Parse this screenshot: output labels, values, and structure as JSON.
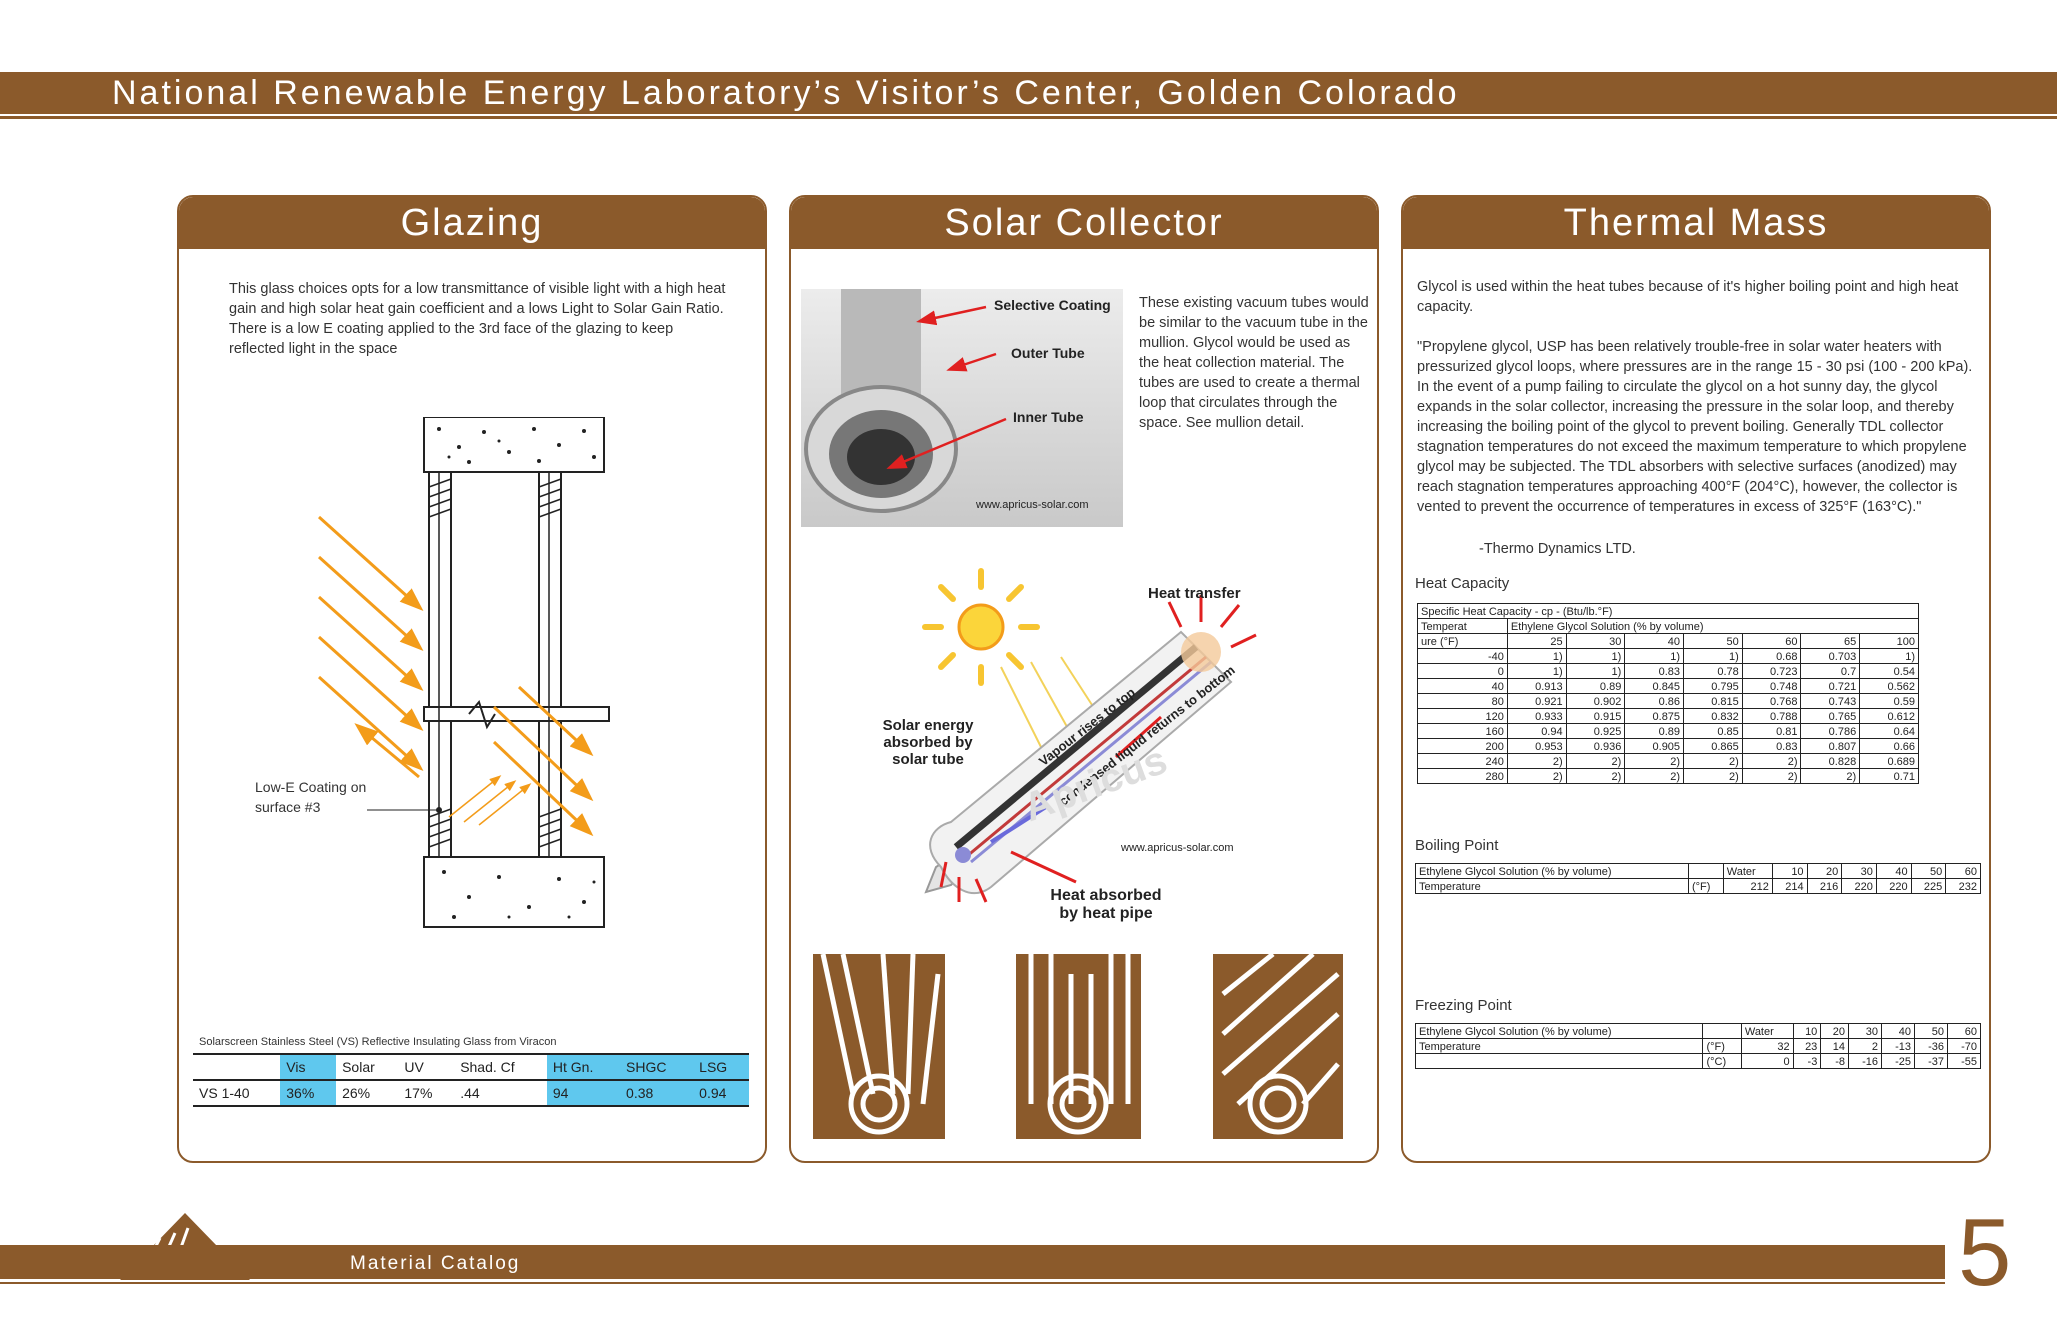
{
  "header": {
    "title": "National Renewable Energy Laboratory’s Visitor’s Center, Golden Colorado"
  },
  "footer": {
    "catalog_label": "Material Catalog",
    "page_number": "5"
  },
  "colors": {
    "brand": "#8b5a2b",
    "highlight": "#5fc8ee",
    "arrow_orange": "#f39c1a",
    "arrow_red": "#e02020"
  },
  "glazing": {
    "title": "Glazing",
    "description": "This glass choices opts for a low transmittance of visible light with a high heat gain and high solar heat gain coefficient and a lows Light to Solar Gain Ratio.  There is a low E coating applied to the 3rd face of the glazing to keep reflected light in the space",
    "diagram_label_line1": "Low-E Coating on",
    "diagram_label_line2": "surface #3",
    "table_caption": "Solarscreen Stainless Steel (VS) Reflective Insulating Glass from Viracon",
    "table_headers": [
      "",
      "Vis",
      "Solar",
      "UV",
      "Shad. Cf",
      "Ht Gn.",
      "SHGC",
      "LSG"
    ],
    "table_row": [
      "VS 1-40",
      "36%",
      "26%",
      "17%",
      ".44",
      "94",
      "0.38",
      "0.94"
    ]
  },
  "solar": {
    "title": "Solar Collector",
    "photo_labels": [
      "Selective Coating",
      "Outer Tube",
      "Inner Tube"
    ],
    "photo_credit": "www.apricus-solar.com",
    "description": "These existing vacuum tubes would be similar to the vacuum tube in the mullion. Glycol would be used as the heat collection material.  The tubes are used to create a thermal loop that circulates through the space. See mullion detail.",
    "diagram_labels": {
      "heat_transfer": "Heat transfer",
      "solar_energy_1": "Solar energy",
      "solar_energy_2": "absorbed by",
      "solar_energy_3": "solar tube",
      "vapour": "Vapour rises to top",
      "condensed": "condensed liquid returns to bottom",
      "heat_absorbed_1": "Heat absorbed",
      "heat_absorbed_2": "by heat pipe",
      "credit": "www.apricus-solar.com",
      "watermark": "Apricus"
    }
  },
  "thermal": {
    "title": "Thermal Mass",
    "intro": "Glycol is used within the heat tubes because of it's higher boiling point and high heat capacity.",
    "quote": "\"Propylene glycol, USP has been relatively trouble-free in solar water heaters with pressurized glycol loops, where pressures are in the range 15 - 30 psi (100 - 200 kPa). In the event of a pump failing to circulate the glycol on a hot sunny day, the glycol expands in the solar collector, increasing the pressure in the solar loop, and thereby increasing the boiling point of the glycol to prevent boiling. Generally TDL collector stagnation temperatures do not exceed the maximum temperature to which propylene glycol may be subjected. The TDL absorbers with selective surfaces (anodized) may reach stagnation temperatures approaching 400°F (204°C), however, the collector is vented to prevent the occurrence of temperatures in excess of 325°F (163°C).\"",
    "attribution": "-Thermo Dynamics LTD.",
    "heat_capacity": {
      "label": "Heat Capacity",
      "title": "Specific Heat Capacity - cp - (Btu/lb.°F)",
      "temp_header_1": "Temperat",
      "temp_header_2": "ure (°F)",
      "solution_header": "Ethylene Glycol Solution (% by volume)",
      "columns": [
        "25",
        "30",
        "40",
        "50",
        "60",
        "65",
        "100"
      ],
      "rows": [
        [
          "-40",
          "1)",
          "1)",
          "1)",
          "1)",
          "0.68",
          "0.703",
          "1)"
        ],
        [
          "0",
          "1)",
          "1)",
          "0.83",
          "0.78",
          "0.723",
          "0.7",
          "0.54"
        ],
        [
          "40",
          "0.913",
          "0.89",
          "0.845",
          "0.795",
          "0.748",
          "0.721",
          "0.562"
        ],
        [
          "80",
          "0.921",
          "0.902",
          "0.86",
          "0.815",
          "0.768",
          "0.743",
          "0.59"
        ],
        [
          "120",
          "0.933",
          "0.915",
          "0.875",
          "0.832",
          "0.788",
          "0.765",
          "0.612"
        ],
        [
          "160",
          "0.94",
          "0.925",
          "0.89",
          "0.85",
          "0.81",
          "0.786",
          "0.64"
        ],
        [
          "200",
          "0.953",
          "0.936",
          "0.905",
          "0.865",
          "0.83",
          "0.807",
          "0.66"
        ],
        [
          "240",
          "2)",
          "2)",
          "2)",
          "2)",
          "2)",
          "0.828",
          "0.689"
        ],
        [
          "280",
          "2)",
          "2)",
          "2)",
          "2)",
          "2)",
          "2)",
          "0.71"
        ]
      ]
    },
    "boiling": {
      "label": "Boiling Point",
      "row1": [
        "Ethylene Glycol Solution (% by volume)",
        "",
        "Water",
        "10",
        "20",
        "30",
        "40",
        "50",
        "60"
      ],
      "row2": [
        "Temperature",
        "(°F)",
        "212",
        "214",
        "216",
        "220",
        "220",
        "225",
        "232"
      ]
    },
    "freezing": {
      "label": "Freezing Point",
      "row1": [
        "Ethylene Glycol Solution (% by volume)",
        "",
        "Water",
        "10",
        "20",
        "30",
        "40",
        "50",
        "60"
      ],
      "row2": [
        "Temperature",
        "(°F)",
        "32",
        "23",
        "14",
        "2",
        "-13",
        "-36",
        "-70"
      ],
      "row3": [
        "",
        "(°C)",
        "0",
        "-3",
        "-8",
        "-16",
        "-25",
        "-37",
        "-55"
      ]
    }
  }
}
